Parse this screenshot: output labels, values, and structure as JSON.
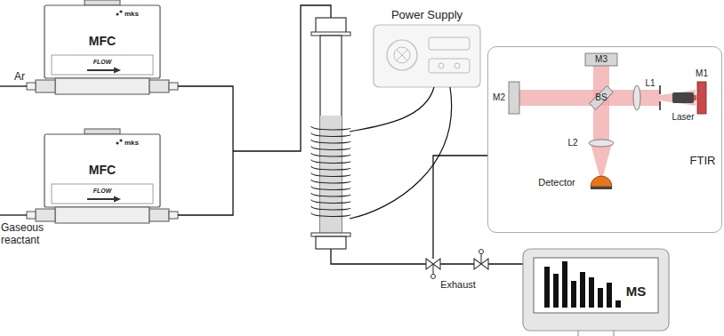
{
  "diagram": {
    "nodes": [
      {
        "text": [
          "mks",
          "MFC",
          "FLOW"
        ]
      },
      {
        "text": [
          "mks",
          "MFC",
          "FLOW"
        ]
      },
      {
        "text": [
          "Power Supply"
        ]
      },
      {
        "text": [
          "FTIR"
        ]
      },
      {
        "text": [
          "MS"
        ]
      }
    ],
    "labels": [
      "Ar",
      "Gaseous reactant",
      "M3",
      "M2",
      "BS",
      "L1",
      "M1",
      "Laser",
      "L2",
      "Detector",
      "Exhaust"
    ]
  }
}
